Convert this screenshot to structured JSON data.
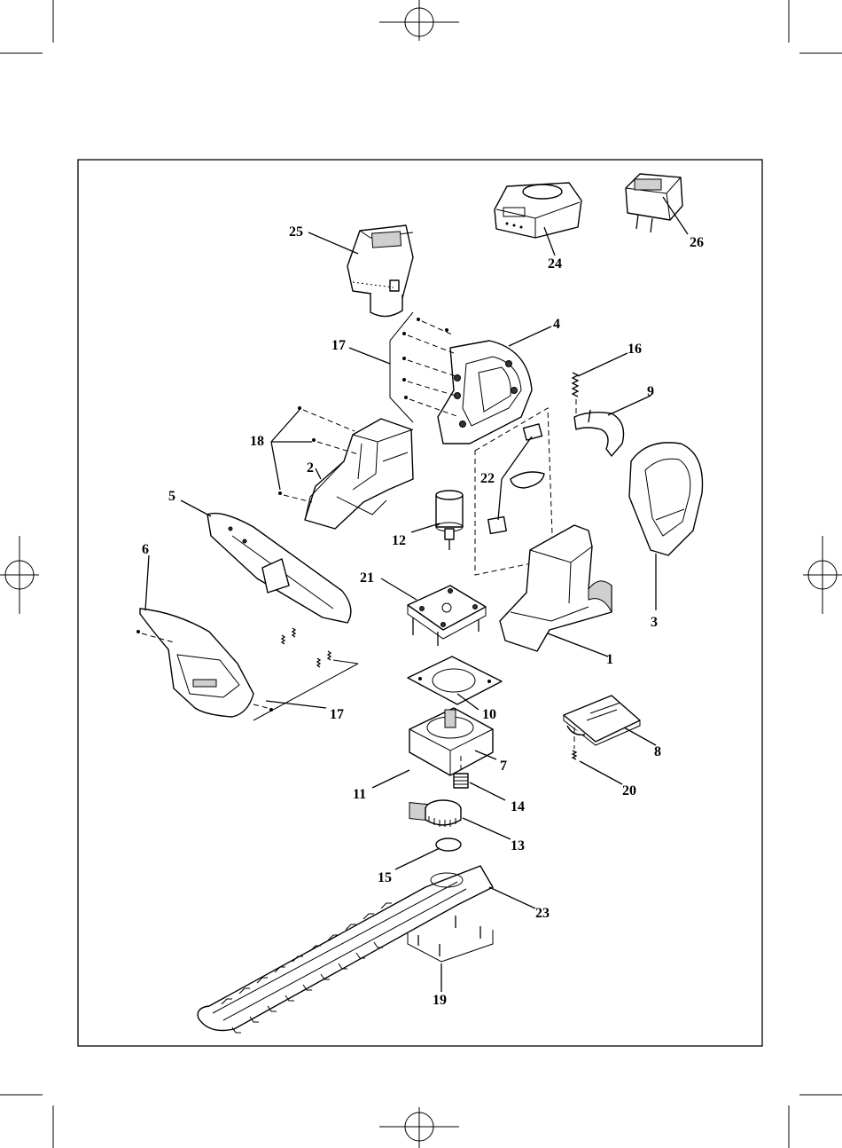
{
  "labels": [
    {
      "id": "1",
      "text": "1"
    },
    {
      "id": "2",
      "text": "2"
    },
    {
      "id": "3",
      "text": "3"
    },
    {
      "id": "4",
      "text": "4"
    },
    {
      "id": "5",
      "text": "5"
    },
    {
      "id": "6",
      "text": "6"
    },
    {
      "id": "7",
      "text": "7"
    },
    {
      "id": "8",
      "text": "8"
    },
    {
      "id": "9",
      "text": "9"
    },
    {
      "id": "10",
      "text": "10"
    },
    {
      "id": "11",
      "text": "11"
    },
    {
      "id": "12",
      "text": "12"
    },
    {
      "id": "13",
      "text": "13"
    },
    {
      "id": "14",
      "text": "14"
    },
    {
      "id": "15",
      "text": "15"
    },
    {
      "id": "16",
      "text": "16"
    },
    {
      "id": "17a",
      "text": "17"
    },
    {
      "id": "17b",
      "text": "17"
    },
    {
      "id": "18",
      "text": "18"
    },
    {
      "id": "19",
      "text": "19"
    },
    {
      "id": "20",
      "text": "20"
    },
    {
      "id": "21",
      "text": "21"
    },
    {
      "id": "22",
      "text": "22"
    },
    {
      "id": "23",
      "text": "23"
    },
    {
      "id": "24",
      "text": "24"
    },
    {
      "id": "25",
      "text": "25"
    },
    {
      "id": "26",
      "text": "26"
    }
  ]
}
